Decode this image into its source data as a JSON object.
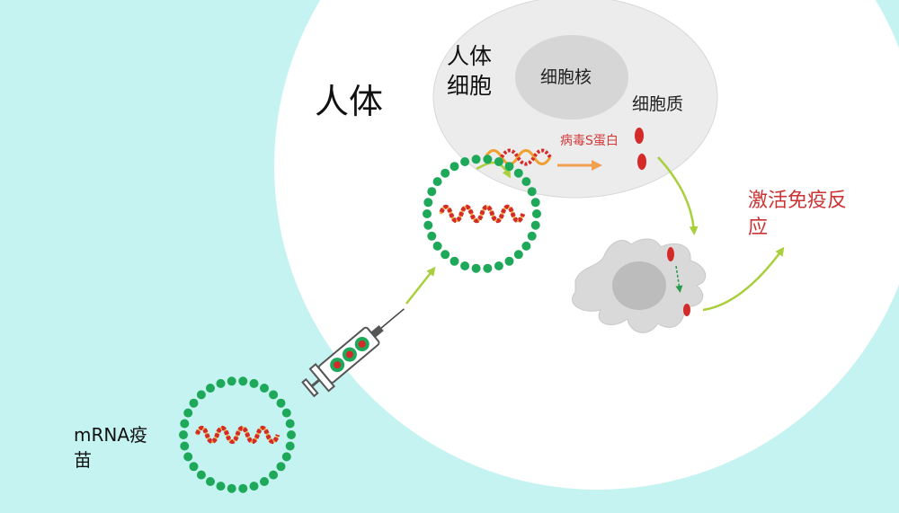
{
  "labels": {
    "human_body": "人体",
    "human_cell": "人体细胞",
    "nucleus": "细胞核",
    "cytoplasm": "细胞质",
    "spike_protein": "病毒S蛋白",
    "activate_immune": "激活免疫反应",
    "mrna_vaccine": "mRNA疫苗"
  },
  "colors": {
    "background": "#c4f3f1",
    "body": "#ffffff",
    "cell": "#ececec",
    "nucleus": "#d6d6d6",
    "lipid_dots": "#1ea85a",
    "mrna_red": "#d42a2a",
    "mrna_orange": "#f0a030",
    "arrow_green": "#a9cf3c",
    "arrow_orange": "#f0a050",
    "label_red": "#cc3333"
  }
}
